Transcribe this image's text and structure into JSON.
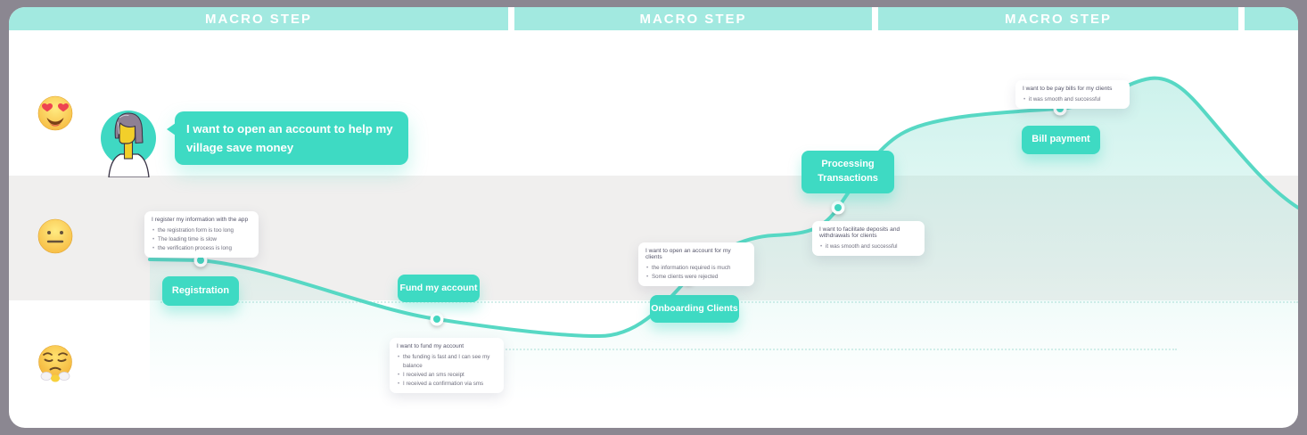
{
  "macro_steps": [
    "MACRO STEP",
    "MACRO STEP",
    "MACRO STEP"
  ],
  "persona": {
    "speech": "I want to open an account to help my village save money"
  },
  "mood_scale": [
    {
      "icon": "heart-eyes-emoji",
      "sentiment": "positive"
    },
    {
      "icon": "neutral-face-emoji",
      "sentiment": "neutral"
    },
    {
      "icon": "steam-from-nose-emoji",
      "sentiment": "negative"
    }
  ],
  "journey": {
    "steps": [
      {
        "label": "Registration",
        "lane": "neutral",
        "note": {
          "title": "I register my information with the app",
          "bullets": [
            "the registration form is too long",
            "The loading time is slow",
            "the verification process is long"
          ]
        }
      },
      {
        "label": "Fund my account",
        "lane": "negative",
        "note": {
          "title": "I want to fund my account",
          "bullets": [
            "the funding is fast and I can see my balance",
            "I received an sms receipt",
            "I received a confirmation via sms"
          ]
        }
      },
      {
        "label": "Onboarding Clients",
        "lane": "neutral",
        "note": {
          "title": "I want to open an account for my clients",
          "bullets": [
            "the information required is much",
            "Some clients were rejected"
          ]
        }
      },
      {
        "label": "Processing Transactions",
        "lane": "neutral",
        "note": {
          "title": "I want to facilitate deposits and withdrawals for clients",
          "bullets": [
            "it was smooth and successful"
          ]
        }
      },
      {
        "label": "Bill payment",
        "lane": "positive",
        "note": {
          "title": "I want to be pay bills for my clients",
          "bullets": [
            "it was smooth and successful"
          ]
        }
      }
    ]
  },
  "colors": {
    "accent": "#3edac3",
    "header_bar": "#a2e9e0",
    "curve": "#57d8c4",
    "area_fill": "#bdeee4",
    "neutral_band": "#f0efee",
    "backdrop": "#8b8791",
    "note_text": "#6a6a7a"
  }
}
